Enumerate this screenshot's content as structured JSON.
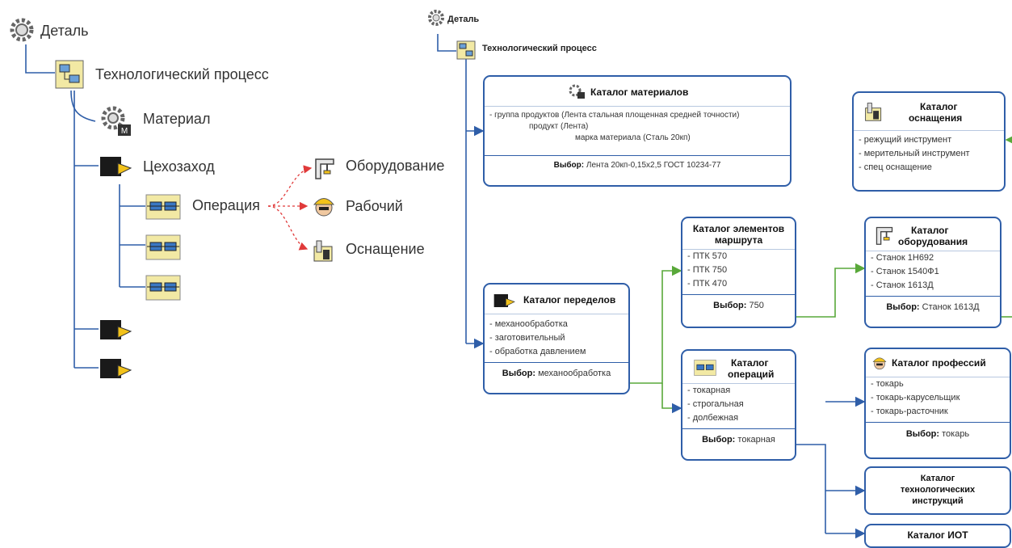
{
  "left_tree": {
    "detail": "Деталь",
    "process": "Технологический процесс",
    "material": "Материал",
    "workshop": "Цехозаход",
    "operation": "Операция",
    "equipment": "Оборудование",
    "worker": "Рабочий",
    "tooling": "Оснащение"
  },
  "right_tree": {
    "detail": "Деталь",
    "process": "Технологический процесс"
  },
  "materials_catalog": {
    "title": "Каталог материалов",
    "line1": "- группа продуктов (Лента стальная площенная средней точности)",
    "line2": "продукт (Лента)",
    "line3": "марка материала (Сталь 20кп)",
    "select_label": "Выбор:",
    "select_value": "Лента 20кп-0,15х2,5 ГОСТ 10234-77"
  },
  "tooling_catalog": {
    "title1": "Каталог",
    "title2": "оснащения",
    "items": [
      "- режущий инструмент",
      "- мерительный инструмент",
      "- спец оснащение"
    ]
  },
  "route_catalog": {
    "title1": "Каталог элементов",
    "title2": "маршрута",
    "items": [
      "- ПТК 570",
      "- ПТК 750",
      "- ПТК 470"
    ],
    "select_label": "Выбор:",
    "select_value": "750"
  },
  "equipment_catalog": {
    "title1": "Каталог",
    "title2": "оборудования",
    "items": [
      "- Станок 1Н692",
      "- Станок 1540Ф1",
      "- Станок 1613Д"
    ],
    "select_label": "Выбор:",
    "select_value": "Станок 1613Д"
  },
  "stages_catalog": {
    "title": "Каталог переделов",
    "items": [
      "- механообработка",
      "- заготовительный",
      "- обработка давлением"
    ],
    "select_label": "Выбор:",
    "select_value": "механообработка"
  },
  "operations_catalog": {
    "title1": "Каталог",
    "title2": "операций",
    "items": [
      "- токарная",
      "- строгальная",
      "- долбежная"
    ],
    "select_label": "Выбор:",
    "select_value": "токарная"
  },
  "professions_catalog": {
    "title": "Каталог профессий",
    "items": [
      "- токарь",
      "- токарь-карусельщик",
      "- токарь-расточник"
    ],
    "select_label": "Выбор:",
    "select_value": "токарь"
  },
  "instructions_catalog": {
    "title1": "Каталог",
    "title2": "технологических",
    "title3": "инструкций"
  },
  "iot_catalog": {
    "title": "Каталог ИОТ"
  },
  "colors": {
    "blue": "#2f5ea8",
    "green": "#59a83a",
    "red": "#e03a3a"
  }
}
